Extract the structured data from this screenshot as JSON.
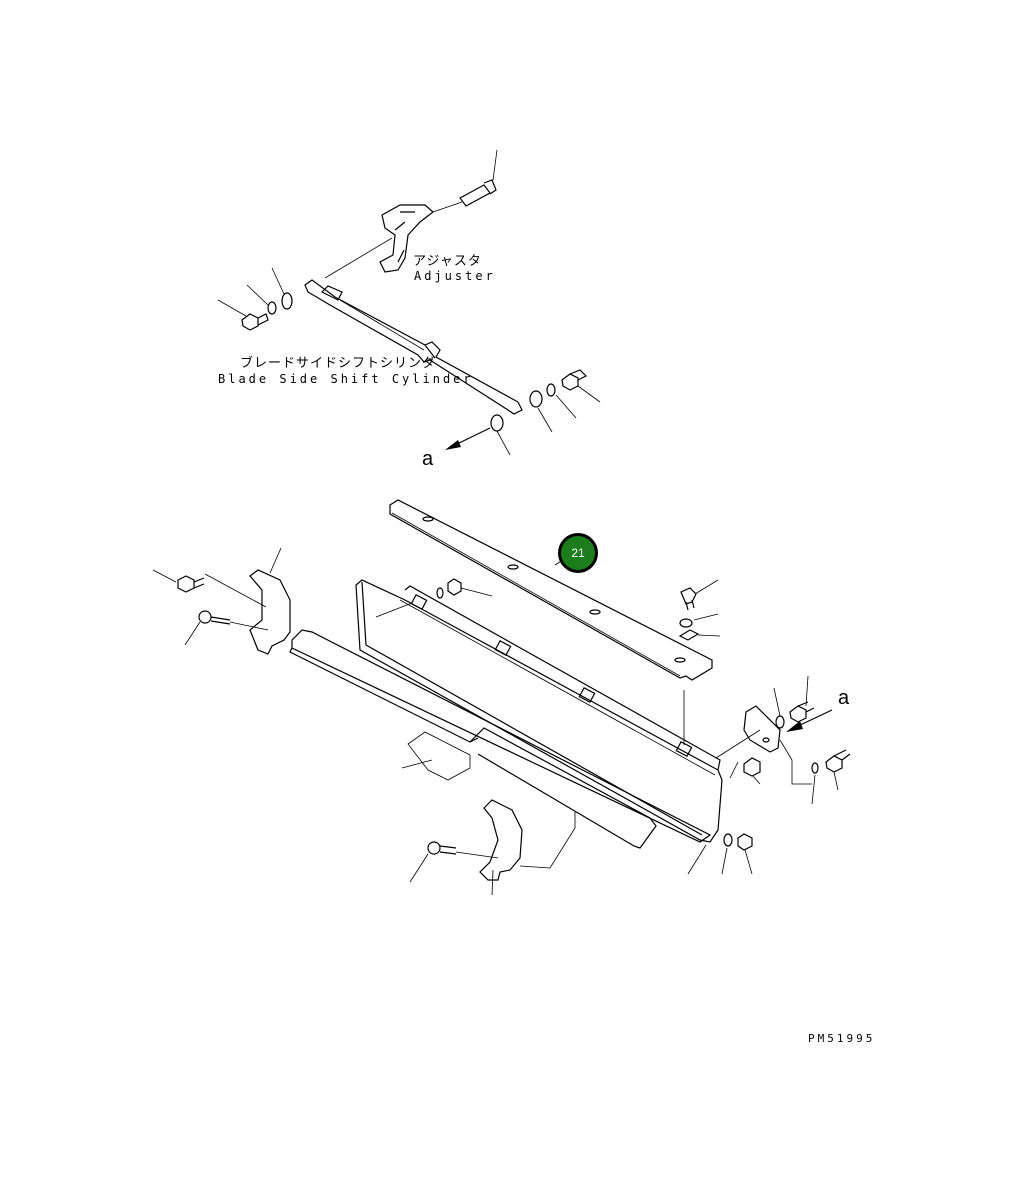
{
  "labels": {
    "adjuster_jp": "アジャスタ",
    "adjuster_en": "Adjuster",
    "cylinder_jp": "ブレードサイドシフトシリンダ",
    "cylinder_en": "Blade Side Shift Cylinder",
    "ref_a_left": "a",
    "ref_a_right": "a",
    "part_number": "21",
    "drawing_code": "PM51995"
  },
  "colors": {
    "badge_fill": "#1b7d1b",
    "line": "#000000"
  }
}
